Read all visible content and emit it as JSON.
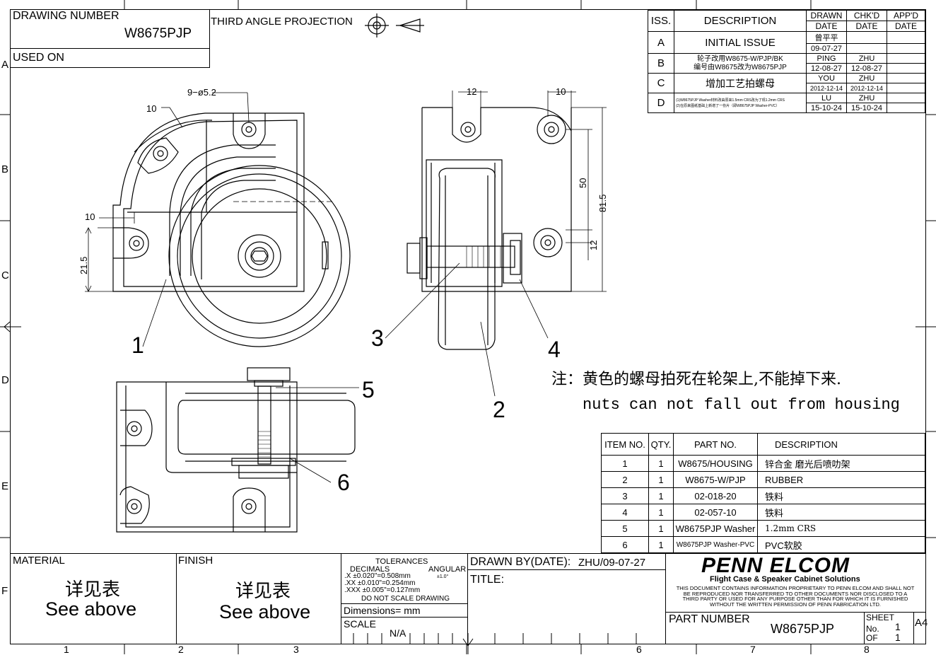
{
  "title_block_top": {
    "drawing_number_label": "DRAWING NUMBER",
    "drawing_number": "W8675PJP",
    "used_on_label": "USED ON",
    "projection": "THIRD ANGLE PROJECTION"
  },
  "border": {
    "columns": [
      "1",
      "2",
      "3",
      "6",
      "7",
      "8"
    ],
    "rows": [
      "A",
      "B",
      "C",
      "D",
      "E",
      "F"
    ]
  },
  "revisions": {
    "headers": {
      "iss": "ISS.",
      "description": "DESCRIPTION",
      "drawn": "DRAWN",
      "chkd": "CHK'D",
      "appd": "APP'D",
      "date": "DATE"
    },
    "rows": [
      {
        "iss": "A",
        "desc1": "INITIAL ISSUE",
        "desc2": "",
        "drawn": "曾平平",
        "drawn_date": "09-07-27",
        "chkd": "",
        "chkd_date": ""
      },
      {
        "iss": "B",
        "desc1": "轮子改用W8675-W/PJP/BK",
        "desc2": "编号由W8675改为W8675PJP",
        "drawn": "PING",
        "drawn_date": "12-08-27",
        "chkd": "ZHU",
        "chkd_date": "12-08-27"
      },
      {
        "iss": "C",
        "desc1": "增加工艺拍螺母",
        "desc2": "",
        "drawn": "YOU",
        "drawn_date": "2012-12-14",
        "chkd": "ZHU",
        "chkd_date": "2012-12-14"
      },
      {
        "iss": "D",
        "desc1": "(1)W8675PJP Washer材料改由原来1.5mm CRS改为了现1.2mm CRS",
        "desc2": "(2)在原来图纸基础上新增了一份片（即W8675PJP Washer-PVC）",
        "drawn": "LU",
        "drawn_date": "15-10-24",
        "chkd": "ZHU",
        "chkd_date": "15-10-24"
      }
    ]
  },
  "dimensions": {
    "holes": "9−ø5.2",
    "d10a": "10",
    "d10b": "10",
    "d21_5": "21.5",
    "d12a": "12",
    "d10c": "10",
    "d50": "50",
    "d81_5": "81.5",
    "d12b": "12"
  },
  "balloons": {
    "b1": "1",
    "b2": "2",
    "b3": "3",
    "b4": "4",
    "b5": "5",
    "b6": "6"
  },
  "note": {
    "zh": "注：黄色的螺母拍死在轮架上,不能掉下来.",
    "en": "nuts can not fall out from housing"
  },
  "bom": {
    "headers": {
      "item": "ITEM NO.",
      "qty": "QTY.",
      "part": "PART NO.",
      "desc": "DESCRIPTION"
    },
    "rows": [
      {
        "item": "1",
        "qty": "1",
        "part": "W8675/HOUSING",
        "desc": "锌合金 磨光后喷叻架"
      },
      {
        "item": "2",
        "qty": "1",
        "part": "W8675-W/PJP",
        "desc": "RUBBER"
      },
      {
        "item": "3",
        "qty": "1",
        "part": "02-018-20",
        "desc": "铁料"
      },
      {
        "item": "4",
        "qty": "1",
        "part": "02-057-10",
        "desc": "铁料"
      },
      {
        "item": "5",
        "qty": "1",
        "part": "W8675PJP Washer",
        "desc": "1.2mm CRS"
      },
      {
        "item": "6",
        "qty": "1",
        "part": "W8675PJP Washer-PVC",
        "desc": "PVC软胶"
      }
    ]
  },
  "title_block": {
    "material_label": "MATERIAL",
    "material_zh": "详见表",
    "material_en": "See above",
    "finish_label": "FINISH",
    "finish_zh": "详见表",
    "finish_en": "See above",
    "tol_title": "TOLERANCES",
    "tol_decimals": "DECIMALS",
    "tol_angular": "ANGULAR",
    "tol_angular_val": "±1.0°",
    "tol_x": ".X    ±0.020\"=0.508mm",
    "tol_xx": ".XX  ±0.010\"=0.254mm",
    "tol_xxx": ".XXX ±0.005\"=0.127mm",
    "no_scale": "DO NOT SCALE DRAWING",
    "dims_units": "Dimensions= mm",
    "scale_label": "SCALE",
    "scale_value": "N/A",
    "drawn_by_label": "DRAWN BY(DATE):",
    "drawn_by_value": "ZHU/09-07-27",
    "title_label": "TITLE:",
    "company_logo": "PENN ELCOM",
    "company_tagline": "Flight Case & Speaker Cabinet Solutions",
    "confidential": "THIS DOCUMENT CONTAINS INFORMATION PROPRIETARY TO PENN ELCOM AND SHALL NOT BE REPRODUCED NOR TRANSFERRED TO OTHER DOCUMENTS NOR DISCLOSED TO A THIRD PARTY OR USED FOR ANY PURPOSE OTHER THAN FOR WHICH IT IS FURNISHED WITHOUT THE WRITTEN PERMISSION OF PENN FABRICATION LTD.",
    "part_number_label": "PART NUMBER",
    "part_number": "W8675PJP",
    "sheet_label": "SHEET",
    "no_label": "No.",
    "of_label": "OF",
    "sheet_no": "1",
    "sheet_of": "1",
    "size": "A4"
  }
}
